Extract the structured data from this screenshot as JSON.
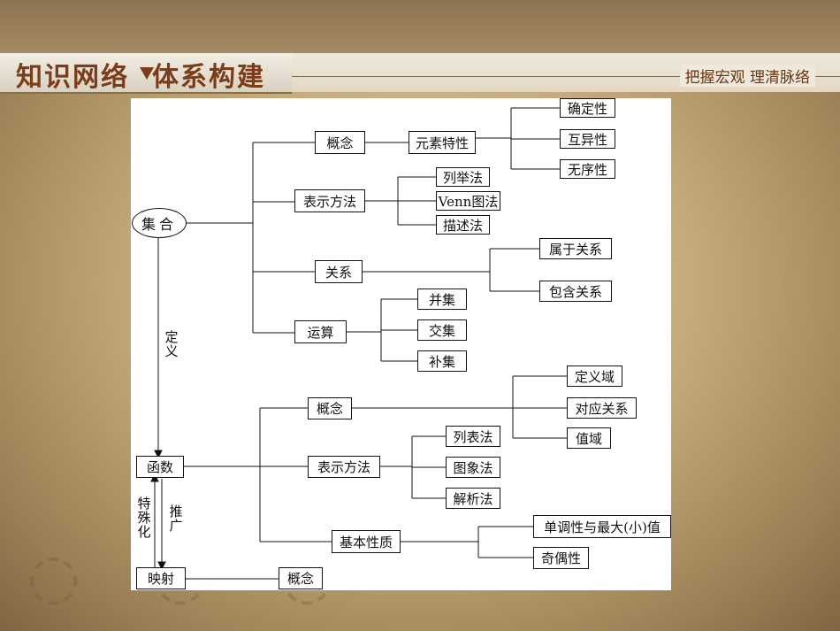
{
  "banner": {
    "title": "知识网络",
    "title_suffix": "体系构建",
    "subtitle": "把握宏观 理清脉络"
  },
  "diagram": {
    "set": {
      "root": "集合",
      "concept": "概念",
      "element_traits": "元素特性",
      "traits": [
        "确定性",
        "互异性",
        "无序性"
      ],
      "representation": "表示方法",
      "rep_methods": [
        "列举法",
        "Venn图法",
        "描述法"
      ],
      "relation": "关系",
      "relations": [
        "属于关系",
        "包含关系"
      ],
      "operation": "运算",
      "operations": [
        "并集",
        "交集",
        "补集"
      ]
    },
    "definition_label": "定义",
    "function": {
      "root": "函数",
      "concept": "概念",
      "concept_items": [
        "定义域",
        "对应关系",
        "值域"
      ],
      "representation": "表示方法",
      "rep_methods": [
        "列表法",
        "图象法",
        "解析法"
      ],
      "basic_props": "基本性质",
      "props": [
        "单调性与最大(小)值",
        "奇偶性"
      ]
    },
    "special_label": "特殊化",
    "generalize_label": "推广",
    "mapping": {
      "root": "映射",
      "concept": "概念"
    }
  }
}
